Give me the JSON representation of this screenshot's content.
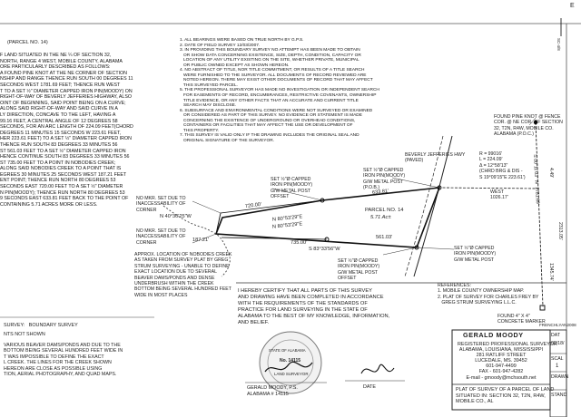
{
  "legal_description": {
    "parcel_header": "(PARCEL NO. 14)",
    "lines": [
      "F LAND SITUATED IN THE NE ¼ OF SECTION 32,",
      "NORTH, RANGE 4 WEST, MOBILE COUNTY, ALABAMA",
      "ORE PARTICULARLY DESCRIBED AS FOLLOWS:",
      "",
      "A FOUND PINE KNOT AT THE NE CORNER OF SECTION",
      "NSHIP AND RANGE THENCE RUN SOUTH 00 DEGREES 11",
      "SECONDS WEST 1781.69 FEET; THENCE RUN WEST",
      "T TO A SET ½\" DIAMETER CAPPED IRON PIN(MOODY) ON",
      "RIGHT-OF-WAY OF BEVERLY JEFFERIES HIGHWAY, ALSO",
      "OINT OF BEGINNING, SAID POINT BEING ON A CURVE;",
      "ALONG SAID RIGHT-OF-WAY AND SAID CURVE IN A",
      "LY DIRECTION, CONCAVE TO THE LEFT, HAVING A",
      "99.16 FEET, A CENTRAL ANGLE OF 12 DEGREES 58",
      "SECONDS, FOR AN ARC LENGTH OF 224.09 FEET(CHORD",
      "DEGREES 11 MINUTES 15 SECONDS W 223.61 FEET,",
      "HER 223.61 FEET) TO A SET ½\" DIAMETER CAPPED IRON",
      "THENCE RUN SOUTH 83 DEGREES 33 MINUTES 56",
      "ST 561.03 FEET TO A SET ½\" DIAMETER CAPPED IRON",
      "HENCE CONTINUE SOUTH 83 DEGREES 33 MINUTES 56",
      "ST 735.00 FEET TO A POINT IN NOBODIES CREEK;",
      "ALONG SAID NOBODIES CREEK TO A POINT THAT IS",
      "EGREES 30 MINUTES 25 SECONDS WEST 187.21 FEET",
      "ENT POINT; THENCE RUN NORTH 80 DEGREES 53",
      "SECONDS EAST 720.00 FEET TO A SET ½\" DIAMETER",
      "N PIN(MOODY); THENCE RUN NORTH 80 DEGREES 53",
      "9 SECONDS EAST 633.81 FEET BACK TO THE POINT OF",
      "CONTAINING 5.71 ACRES MORE OR LESS."
    ]
  },
  "notes": [
    "1. ALL BEARINGS WERE BASED ON TRUE NORTH BY G.P.S.",
    "2. DATE OF FIELD SURVEY 12/03/2007.",
    "3. IN PROVIDING THIS BOUNDARY SURVEY NO ATTEMPT HAS BEEN MADE TO OBTAIN",
    "   OR SHOW DATA CONCERNING EXISTENCE, SIZE, DEPTH, CONDITION, CAPACITY OR",
    "   LOCATION OF ANY UTILITY EXISTING ON THE SITE, WHETHER PRIVATE, MUNICIPAL",
    "   OR PUBLIC OWNED EXCEPT AS SHOWN HEREON.",
    "4. NO ABSTRACT OF TITLE, NOR TITLE COMMITMENT, OR RESULTS OF A TITLE SEARCH",
    "   WERE FURNISHED TO THE SURVEYOR. ALL DOCUMENTS OF RECORD REVIEWED ARE",
    "   NOTED HEREON. THERE MAY EXIST OTHER DOCUMENTS OF RECORD THAT MAY AFFECT",
    "   THIS SURVEYED PARCEL.",
    "5. THE PROFESSIONAL SURVEYOR HAS MADE NO INVESTIGATION OR INDEPENDENT SEARCH",
    "   FOR EASEMENTS OF RECORD, ENCUMBRANCES, RESTRICTIVE COVENANTS, OWNERSHIP",
    "   TITLE EVIDENCE, OR ANY OTHER FACTS THAT AN ACCURATE AND CURRENT TITLE",
    "   SEARCH MAY DISCLOSE.",
    "6. SUBSURFACE AND ENVIRONMENTAL CONDITIONS WERE NOT SURVEYED OR EXAMINED",
    "   OR CONSIDERED AS PART OF THIS SURVEY. NO EVIDENCE OR STATEMENT IS MADE",
    "   CONCERNING THE EXISTENCE OF UNDERGROUND OR OVERHEAD CONDITIONS,",
    "   CONTAINERS OR FACILITIES THAT MAY AFFECT THE USE OR DEVELOPMENT OF",
    "   THIS PROPERTY.",
    "7. THIS SURVEY IS VALID ONLY IF THE DRAWING INCLUDES THE ORIGINAL SEAL AND",
    "   ORIGINAL SIGNATURE OF THE SURVEYOR."
  ],
  "plat": {
    "pine_knot": "FOUND PINE KNOT @ FENCE\nCOR. @ NE COR. OF SECTION\n32, T2N, R4W, MOBILE CO.\nALABAMA (P.O.C.)",
    "bearing_south": "S 00°11'03\" W  1781.69'",
    "highway": "BEVERLY JEFFERIES HWY\n(PAVED)",
    "curve": "R = 99016'\nL = 224.09'\nΔ = 12°58'13\"\n(CHRD BRG & DIS -\nS 19°09'15\"E 223.61')",
    "west_call": "WEST\n1026.17'",
    "pob_pin": "SET ½\"Ø CAPPED\nIRON PIN(MOODY)\nG/W METAL POST\n(P.O.B.)",
    "pin_offset1": "SET ½\"Ø CAPPED\nIRON PIN(MOODY)\nG/W METAL POST\nOFFSET",
    "pin_offset2": "SET ½\"Ø CAPPED\nIRON PIN(MOODY)\nG/W METAL POST\nOFFSET",
    "pin_south": "SET ½\"Ø CAPPED\nIRON PIN(MOODY)\nG/W METAL POST",
    "dist_633": "633.81'",
    "dist_720": "720.00'",
    "dist_735": "735.00'",
    "dist_561": "561.03'",
    "dist_187": "187.21'",
    "bearing_n80a": "N 80°53'29\"E",
    "bearing_n80b": "N 80°53'29\"E",
    "bearing_s83": "S 83°33'56\"W",
    "bearing_n40": "N 40°30'25\"W",
    "parcel_label": "PARCEL NO. 14",
    "parcel_area": "5.71 Ac±",
    "mkr_upper": "NO MKR. SET DUE TO\nINACCESSABILITY OF\nCORNER",
    "mkr_lower": "NO MKR. SET DUE TO\nINACCESSABILITY OF\nCORNER",
    "creek_note": "APPROX. LOCATION OF NOBODIES CREEK\nAS TAKEN FROM SURVEY PLAT BY GREG\nSTRUM SURVEYING - UNABLE TO DEFINE\nEXACT LOCATION DUE TO SEVERAL\nBEAVER DAMS/PONDS AND DENSE\nUNDERBRUSH WITHIN THE CREEK\nBOTTOM BEING SEVERAL HUNDRED FEET\nWIDE IN MOST PLACES",
    "concrete": "FOUND 4\" X 4\"\nCONCRETE MARKER",
    "references": "REFERENCES:\n1. MOBILE COUNTY OWNERSHIP MAP.\n2. PLAT OF SURVEY FOR CHARLES FREY BY\n   GREG STRUM SURVEYING L.L.C.",
    "right_edge_1": "4.49'",
    "right_edge_2": "2313.05'",
    "right_edge_3": "1345.74'"
  },
  "certificate": "I HEREBY CERTIFY THAT ALL PARTS OF THIS SURVEY\nAND DRAWING HAVE BEEN COMPLETED IN ACCORDANCE\nWITH THE REQUIREMENTS OF THE STANDARDS OF\nPRACTICE FOR LAND SURVEYING IN THE STATE OF\nALABAMA TO THE BEST OF MY KNOWLEDGE, INFORMATION,\nAND BELIEF.",
  "seal": {
    "top": "STATE OF ALABAMA",
    "mid": "No. 14115",
    "bottom": "LAND SURVEYOR"
  },
  "signature": {
    "name": "GERALD MOODY, P.S.",
    "license": "ALABAMA # 14115",
    "date_label": "DATE"
  },
  "surveyor_block": {
    "name": "GERALD MOODY",
    "lines": [
      "REGISTERED PROFESSIONAL SURVEYOR",
      "ALABAMA, LOUISIANA, MISSISSIPPI",
      "281 RATLIFF STREET",
      "LUCEDALE, MS. 39452",
      "601-947-4499",
      "FAX - 601-947-4282",
      "E-mail - gmoody@mchsouth.net"
    ]
  },
  "plat_title": "PLAT OF SURVEY OF A PARCEL OF LAND\nSITUATED IN: SECTION 32, T2N, R4W,\nMOBILE CO., AL",
  "left_bottom": {
    "survey_type": "SURVEY:   BOUNDARY SURVEY",
    "not_shown": "NTS NOT SHOWN",
    "para": "VARIOUS BEAVER DAMS/PONDS AND DUE TO THE\nBOTTOM BEING SEVERAL HUNDRED FEET WIDE IN\nT WAS IMPOSSIBLE TO DEFINE THE EXACT\nL CREEK. THE LINES FOR THE CREEK SHOWN\nHEREON ARE CLOSE AS POSSIBLE USING\nTION, AERIAL PHOTOGRAPHY, AND QUAD MAPS."
  },
  "right_strip": {
    "lbl1": "DAT",
    "val1": "02/18/",
    "lbl2": "SCAL",
    "lbl3": "DRAWN",
    "lbl4": "STAND"
  },
  "misc": {
    "file_code": "FRENCHLYAN2008",
    "scale_1": "1",
    "top_right_h": "E",
    "top_right_small": "SC-4/8"
  }
}
